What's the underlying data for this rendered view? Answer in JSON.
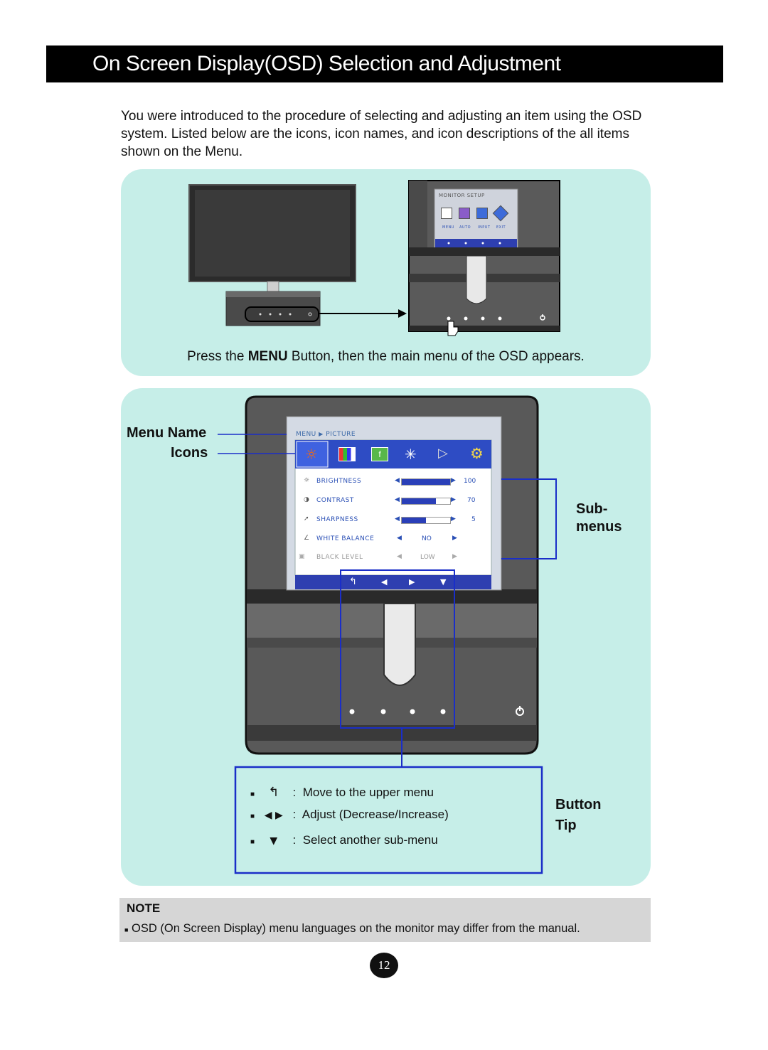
{
  "header": {
    "title": "On Screen Display(OSD) Selection and Adjustment"
  },
  "intro": {
    "text": "You were introduced to the procedure of selecting and adjusting an item using the OSD system. Listed below are the icons, icon names, and icon descriptions of the all items shown on the Menu."
  },
  "monitor_setup": {
    "title": "MONITOR SETUP",
    "items": [
      "MENU",
      "AUTO",
      "INPUT",
      "EXIT"
    ]
  },
  "caption": {
    "before": "Press the ",
    "bold": "MENU",
    "after": " Button, then the main menu of the OSD appears."
  },
  "labels": {
    "menu_name": "Menu Name",
    "icons": "Icons",
    "sub": "Sub-",
    "menus": "menus",
    "button": "Button",
    "tip": "Tip"
  },
  "osd": {
    "breadcrumb_menu": "MENU",
    "breadcrumb_page": "PICTURE",
    "submenus": [
      {
        "label": "BRIGHTNESS",
        "value": "100",
        "level": 1.0
      },
      {
        "label": "CONTRAST",
        "value": "70",
        "level": 0.7
      },
      {
        "label": "SHARPNESS",
        "value": "5",
        "level": 0.5
      },
      {
        "label": "WHITE BALANCE",
        "value": "NO"
      },
      {
        "label": "BLACK LEVEL",
        "value": "LOW"
      }
    ]
  },
  "button_tips": [
    {
      "text": "Move to the upper menu"
    },
    {
      "text": "Adjust (Decrease/Increase)"
    },
    {
      "text": "Select another sub-menu"
    }
  ],
  "note": {
    "label": "NOTE",
    "text": "OSD (On Screen Display) menu languages on the monitor may differ from the manual."
  },
  "page_number": "12"
}
